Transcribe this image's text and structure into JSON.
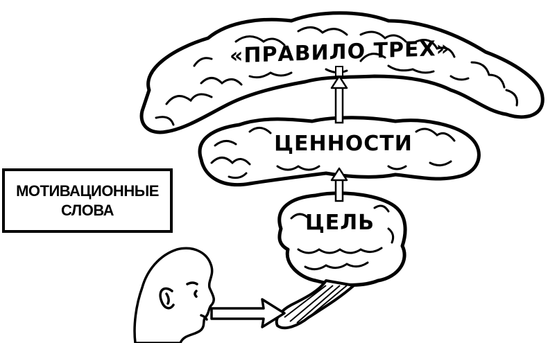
{
  "diagram": {
    "levels": [
      {
        "id": "rule-of-three",
        "label": "«ПРАВИЛО ТРЕХ»"
      },
      {
        "id": "values",
        "label": "ЦЕННОСТИ"
      },
      {
        "id": "goal",
        "label": "ЦЕЛЬ"
      }
    ],
    "motivation_box": {
      "line1": "МОТИВАЦИОННЫЕ",
      "line2": "СЛОВА"
    },
    "colors": {
      "ink": "#000000",
      "paper": "#ffffff"
    }
  }
}
